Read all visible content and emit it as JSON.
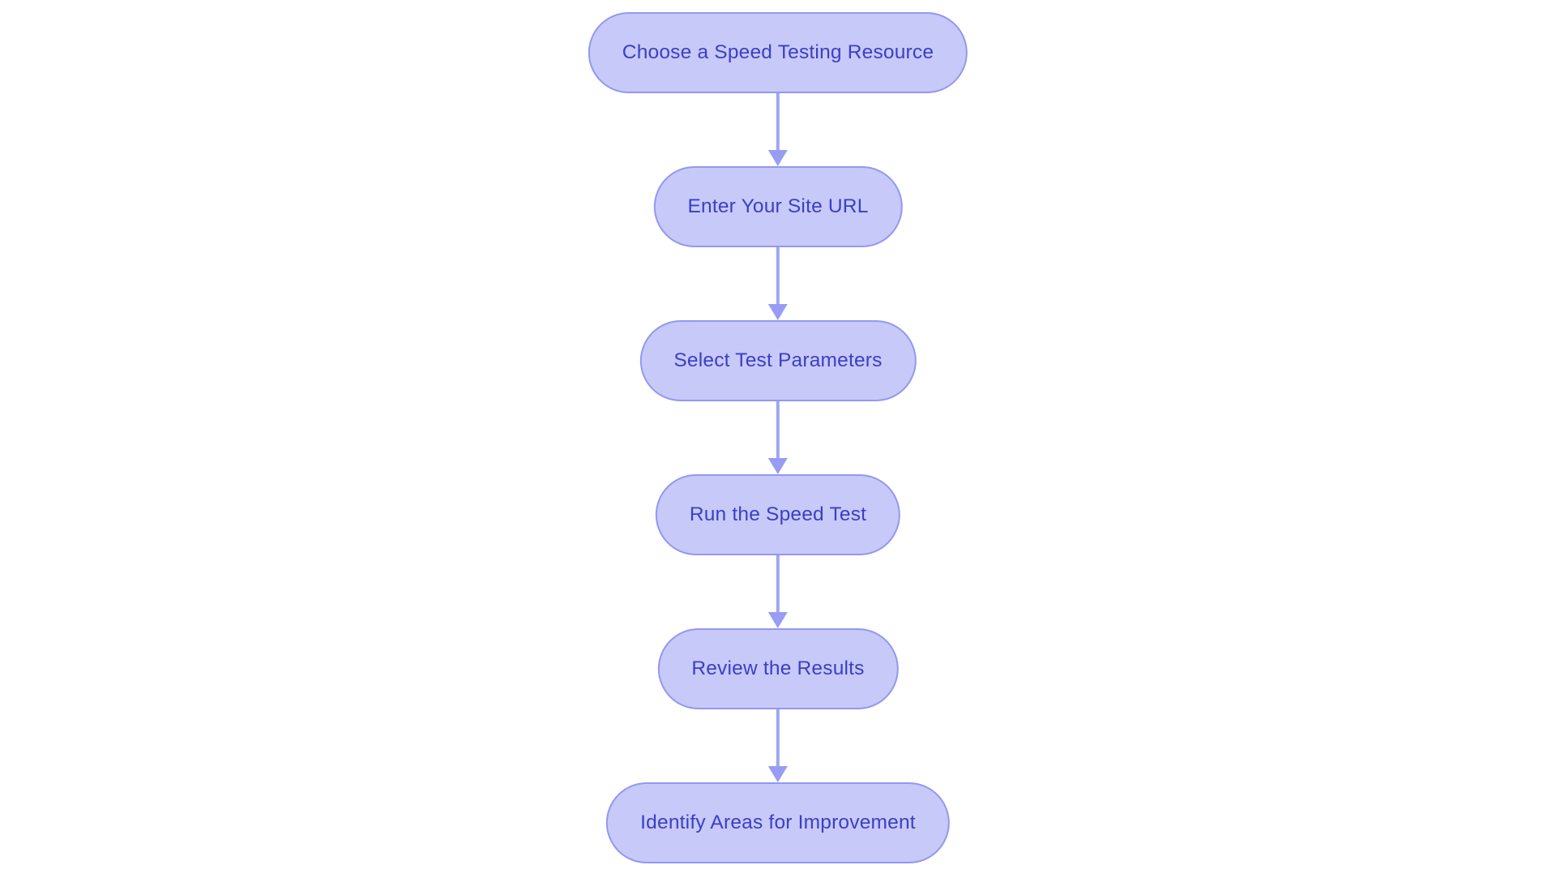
{
  "diagram": {
    "type": "flowchart",
    "direction": "top-down",
    "background_color": "#ffffff",
    "node_fill_color": "#c7c9f8",
    "node_border_color": "#9298ef",
    "node_text_color": "#3b3fc5",
    "arrow_line_color": "#a0a5f3",
    "arrow_head_color": "#979df2",
    "steps": [
      {
        "label": "Choose a Speed Testing Resource"
      },
      {
        "label": "Enter Your Site URL"
      },
      {
        "label": "Select Test Parameters"
      },
      {
        "label": "Run the Speed Test"
      },
      {
        "label": "Review the Results"
      },
      {
        "label": "Identify Areas for Improvement"
      }
    ]
  }
}
